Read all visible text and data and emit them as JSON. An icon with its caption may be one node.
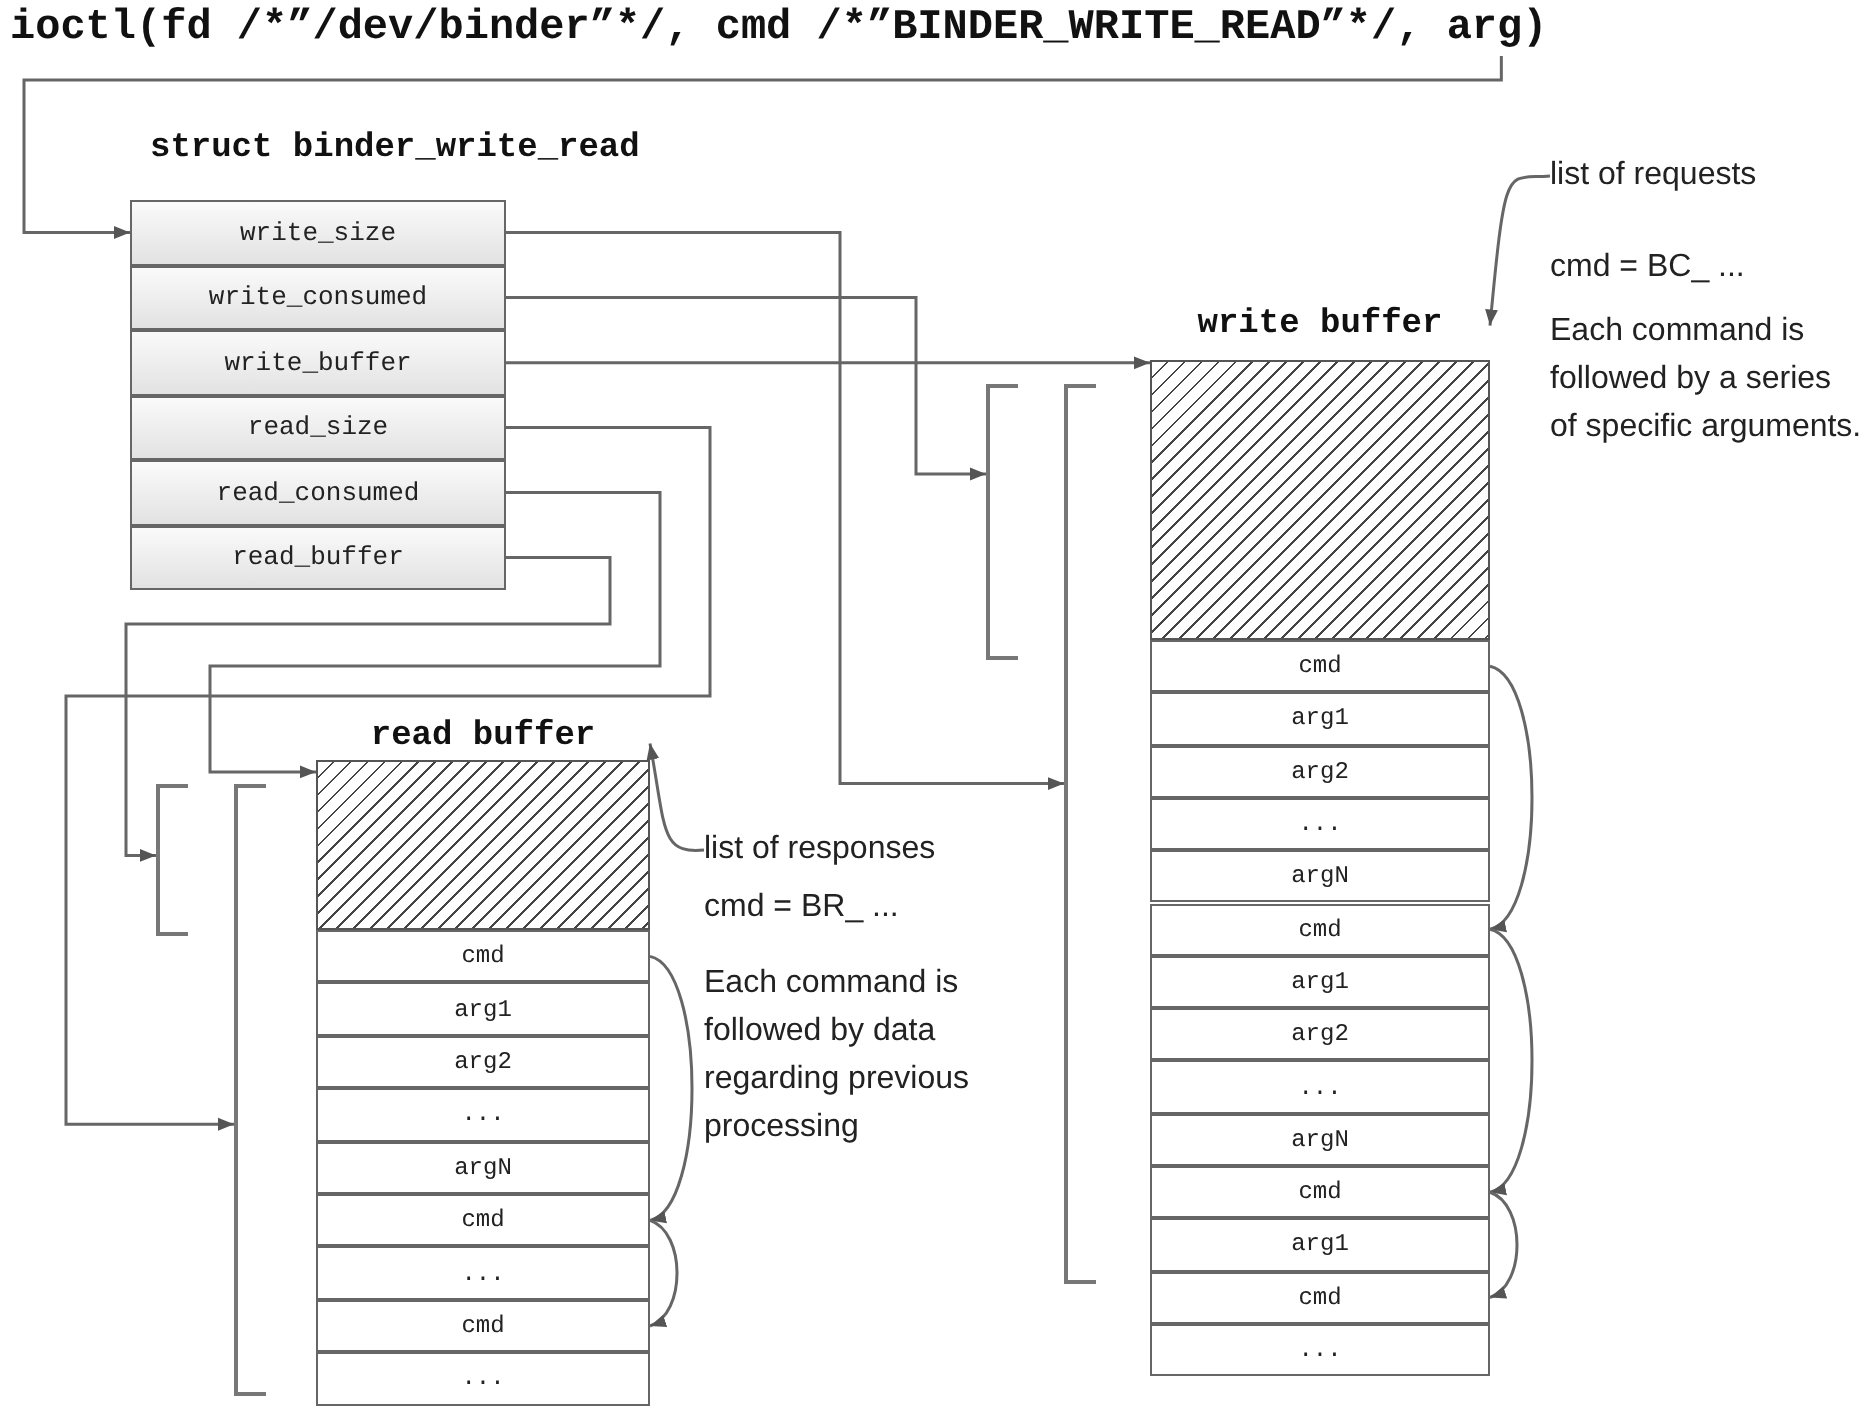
{
  "diagram": {
    "nodes": [
      {
        "text": [
          "ioctl(fd /*”/dev/binder”*/, cmd /*”BINDER_WRITE_READ”*/, arg)"
        ]
      },
      {
        "text": [
          "struct binder_write_read"
        ]
      },
      {
        "text": [
          "write_size"
        ],
        "in": 1
      },
      {
        "text": [
          "write_consumed"
        ],
        "in": 1
      },
      {
        "text": [
          "write_buffer"
        ],
        "in": 1
      },
      {
        "text": [
          "read_size"
        ],
        "in": 1
      },
      {
        "text": [
          "read_consumed"
        ],
        "in": 1
      },
      {
        "text": [
          "read_buffer"
        ],
        "in": 1
      },
      {
        "text": [
          "write buffer"
        ]
      },
      {
        "text": [],
        "shape": "box",
        "in": 8
      },
      {
        "text": [
          "cmd"
        ],
        "in": 8
      },
      {
        "text": [
          "arg1"
        ],
        "in": 8
      },
      {
        "text": [
          "arg2"
        ],
        "in": 8
      },
      {
        "text": [
          "..."
        ],
        "in": 8
      },
      {
        "text": [
          "argN"
        ],
        "in": 8
      },
      {
        "text": [
          "cmd"
        ],
        "in": 8
      },
      {
        "text": [
          "arg1"
        ],
        "in": 8
      },
      {
        "text": [
          "arg2"
        ],
        "in": 8
      },
      {
        "text": [
          "..."
        ],
        "in": 8
      },
      {
        "text": [
          "argN"
        ],
        "in": 8
      },
      {
        "text": [
          "cmd"
        ],
        "in": 8
      },
      {
        "text": [
          "arg1"
        ],
        "in": 8
      },
      {
        "text": [
          "cmd"
        ],
        "in": 8
      },
      {
        "text": [
          "..."
        ],
        "in": 8
      },
      {
        "text": [],
        "shape": "bracket"
      },
      {
        "text": [],
        "shape": "bracket"
      },
      {
        "text": [
          "read buffer"
        ]
      },
      {
        "text": [],
        "shape": "box",
        "in": 26
      },
      {
        "text": [
          "cmd"
        ],
        "in": 26
      },
      {
        "text": [
          "arg1"
        ],
        "in": 26
      },
      {
        "text": [
          "arg2"
        ],
        "in": 26
      },
      {
        "text": [
          "..."
        ],
        "in": 26
      },
      {
        "text": [
          "argN"
        ],
        "in": 26
      },
      {
        "text": [
          "cmd"
        ],
        "in": 26
      },
      {
        "text": [
          "..."
        ],
        "in": 26
      },
      {
        "text": [
          "cmd"
        ],
        "in": 26
      },
      {
        "text": [
          "..."
        ],
        "in": 26
      },
      {
        "text": [],
        "shape": "bracket"
      },
      {
        "text": [],
        "shape": "bracket"
      },
      {
        "text": [
          "list of requests"
        ]
      },
      {
        "text": [
          "list of responses"
        ]
      }
    ],
    "edges": [
      {
        "from": 0,
        "to": 2,
        "arrow": "to"
      },
      {
        "from": 2,
        "to": 25,
        "arrow": "to"
      },
      {
        "from": 3,
        "to": 24,
        "arrow": "to"
      },
      {
        "from": 4,
        "to": 9,
        "arrow": "to"
      },
      {
        "from": 5,
        "to": 38,
        "arrow": "to"
      },
      {
        "from": 6,
        "to": 27,
        "arrow": "to"
      },
      {
        "from": 7,
        "to": 37,
        "arrow": "to"
      },
      {
        "from": 10,
        "to": 15,
        "arrow": "to"
      },
      {
        "from": 15,
        "to": 20,
        "arrow": "to"
      },
      {
        "from": 20,
        "to": 22,
        "arrow": "to"
      },
      {
        "from": 28,
        "to": 33,
        "arrow": "to"
      },
      {
        "from": 33,
        "to": 35,
        "arrow": "to"
      },
      {
        "from": 39,
        "to": 8,
        "arrow": "to"
      },
      {
        "from": 40,
        "to": 26,
        "arrow": "to"
      }
    ],
    "labels": [
      "cmd = BC_ ...",
      "Each command is followed by a series of specific arguments.",
      "cmd = BR_ ...",
      "Each command is followed by data regarding previous processing"
    ]
  }
}
